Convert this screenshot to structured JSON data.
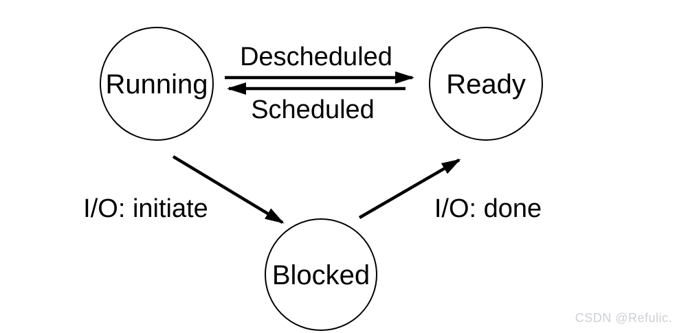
{
  "diagram": {
    "nodes": [
      {
        "id": "running",
        "label": "Running"
      },
      {
        "id": "ready",
        "label": "Ready"
      },
      {
        "id": "blocked",
        "label": "Blocked"
      }
    ],
    "edges": [
      {
        "id": "descheduled",
        "label": "Descheduled",
        "from": "Running",
        "to": "Ready"
      },
      {
        "id": "scheduled",
        "label": "Scheduled",
        "from": "Ready",
        "to": "Running"
      },
      {
        "id": "io-initiate",
        "label": "I/O: initiate",
        "from": "Running",
        "to": "Blocked"
      },
      {
        "id": "io-done",
        "label": "I/O: done",
        "from": "Blocked",
        "to": "Ready"
      }
    ]
  },
  "watermark": {
    "text": "CSDN @Refulic."
  },
  "colors": {
    "line": "#000000",
    "background": "#ffffff",
    "watermark": "#cdd0d4"
  }
}
